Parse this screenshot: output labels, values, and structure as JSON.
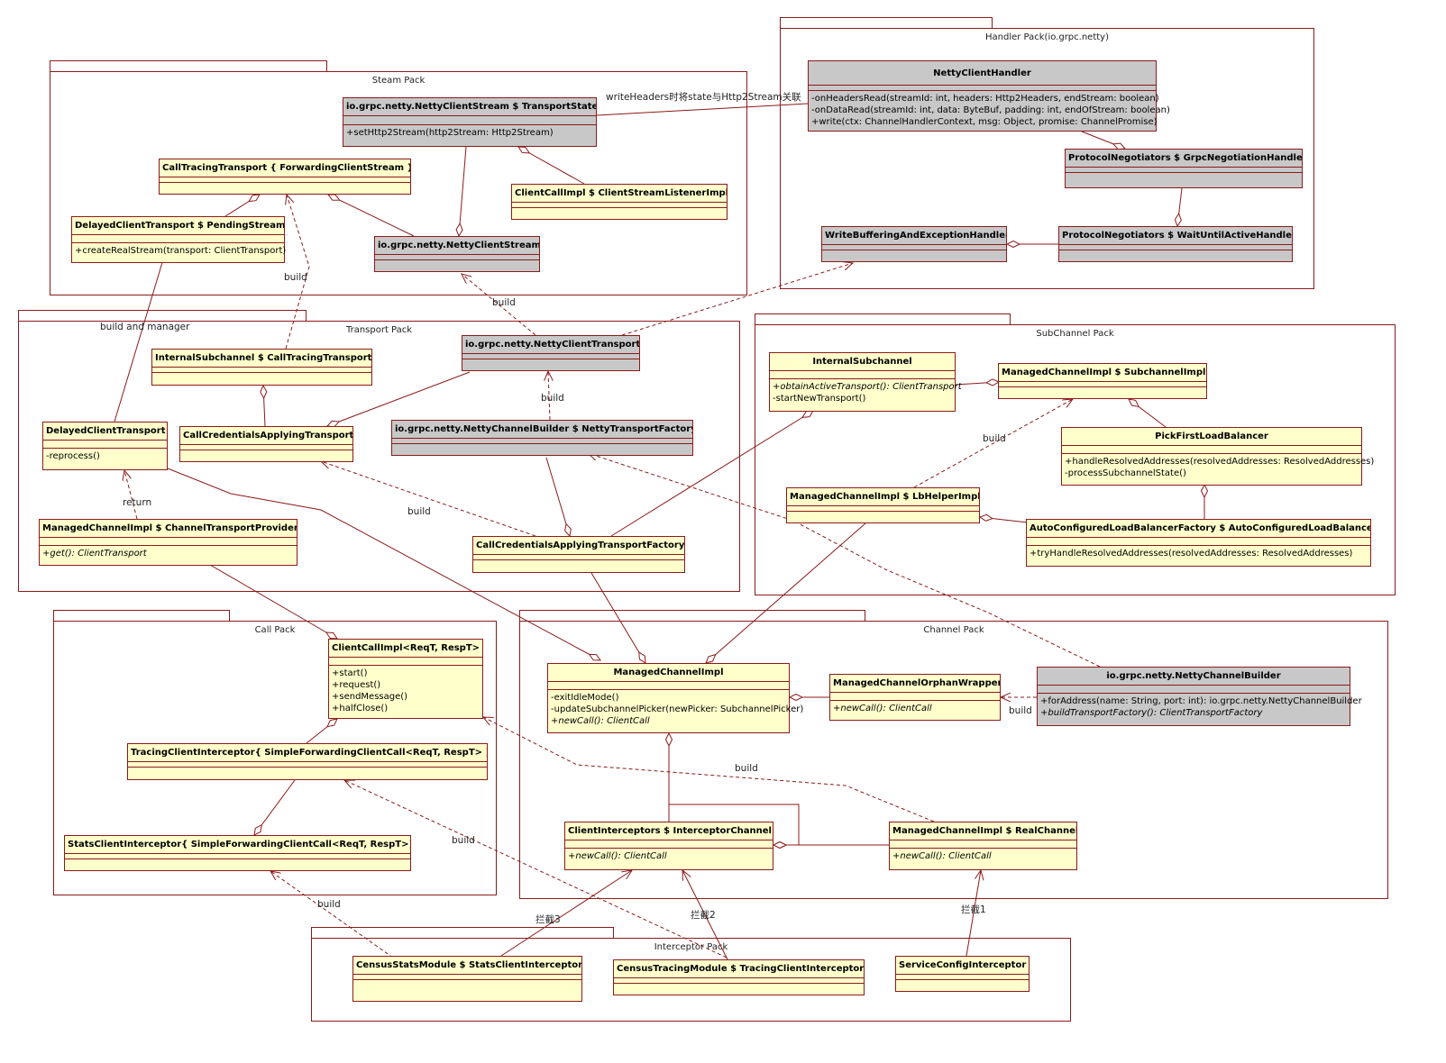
{
  "packages": {
    "handler": "Handler Pack(io.grpc.netty)",
    "steam": "Steam Pack",
    "transport": "Transport Pack",
    "subchannel": "SubChannel Pack",
    "call": "Call Pack",
    "channel": "Channel Pack",
    "interceptor": "Interceptor Pack"
  },
  "classes": {
    "netty_client_handler": {
      "name": "NettyClientHandler",
      "ops": [
        "-onHeadersRead(streamId: int, headers: Http2Headers, endStream: boolean)",
        "-onDataRead(streamId: int, data: ByteBuf, padding: int, endOfStream: boolean)",
        "+write(ctx: ChannelHandlerContext, msg: Object, promise: ChannelPromise)"
      ]
    },
    "grpc_negotiation_handler": {
      "name": "ProtocolNegotiators $ GrpcNegotiationHandler",
      "ops": []
    },
    "wait_until_active_handler": {
      "name": "ProtocolNegotiators $ WaitUntilActiveHandler",
      "ops": []
    },
    "write_buffering_handler": {
      "name": "WriteBufferingAndExceptionHandler",
      "ops": []
    },
    "transport_state": {
      "name": "io.grpc.netty.NettyClientStream $ TransportState",
      "ops": [
        "+setHttp2Stream(http2Stream: Http2Stream)"
      ]
    },
    "call_tracing_transport_fwd": {
      "name": "CallTracingTransport { ForwardingClientStream }",
      "ops": []
    },
    "client_stream_listener_impl": {
      "name": "ClientCallImpl $ ClientStreamListenerImpl",
      "ops": []
    },
    "pending_stream": {
      "name": "DelayedClientTransport $ PendingStream",
      "ops": [
        "+createRealStream(transport: ClientTransport)"
      ]
    },
    "netty_client_stream": {
      "name": "io.grpc.netty.NettyClientStream",
      "ops": []
    },
    "netty_client_transport": {
      "name": "io.grpc.netty.NettyClientTransport",
      "ops": []
    },
    "internal_subchannel_cct": {
      "name": "InternalSubchannel $ CallTracingTransport",
      "ops": []
    },
    "netty_transport_factory": {
      "name": "io.grpc.netty.NettyChannelBuilder $ NettyTransportFactory",
      "ops": []
    },
    "delayed_client_transport": {
      "name": "DelayedClientTransport",
      "ops": [
        "-reprocess()"
      ]
    },
    "call_credentials_applying_transport": {
      "name": "CallCredentialsApplyingTransport",
      "ops": []
    },
    "channel_transport_provider": {
      "name": "ManagedChannelImpl $ ChannelTransportProvider",
      "ops": [
        "+get(): ClientTransport"
      ]
    },
    "call_credentials_factory": {
      "name": "CallCredentialsApplyingTransportFactory",
      "ops": []
    },
    "internal_subchannel": {
      "name": "InternalSubchannel",
      "ops": [
        "+obtainActiveTransport(): ClientTransport",
        "-startNewTransport()"
      ]
    },
    "subchannel_impl": {
      "name": "ManagedChannelImpl $  SubchannelImpl",
      "ops": []
    },
    "pick_first_lb": {
      "name": "PickFirstLoadBalancer",
      "ops": [
        "+handleResolvedAddresses(resolvedAddresses: ResolvedAddresses)",
        "-processSubchannelState()"
      ]
    },
    "lb_helper_impl": {
      "name": "ManagedChannelImpl $ LbHelperImpl",
      "ops": []
    },
    "auto_configured_lb": {
      "name": "AutoConfiguredLoadBalancerFactory $ AutoConfiguredLoadBalancer",
      "ops": [
        "+tryHandleResolvedAddresses(resolvedAddresses: ResolvedAddresses)"
      ]
    },
    "client_call_impl": {
      "name": "ClientCallImpl<ReqT, RespT>",
      "ops": [
        "+start()",
        "+request()",
        "+sendMessage()",
        "+halfClose()"
      ]
    },
    "tracing_client_interceptor_fwd": {
      "name": "TracingClientInterceptor{ SimpleForwardingClientCall<ReqT, RespT> }",
      "ops": []
    },
    "stats_client_interceptor_fwd": {
      "name": "StatsClientInterceptor{ SimpleForwardingClientCall<ReqT, RespT>}",
      "ops": []
    },
    "managed_channel_impl": {
      "name": "ManagedChannelImpl",
      "ops": [
        "-exitIdleMode()",
        "-updateSubchannelPicker(newPicker: SubchannelPicker)",
        "+newCall(): ClientCall"
      ]
    },
    "orphan_wrapper": {
      "name": "ManagedChannelOrphanWrapper",
      "ops": [
        "+newCall(): ClientCall"
      ]
    },
    "netty_channel_builder": {
      "name": "io.grpc.netty.NettyChannelBuilder",
      "ops": [
        "+forAddress(name: String, port: int): io.grpc.netty.NettyChannelBuilder",
        "+buildTransportFactory(): ClientTransportFactory"
      ]
    },
    "interceptor_channel": {
      "name": "ClientInterceptors $ InterceptorChannel",
      "ops": [
        "+newCall(): ClientCall"
      ]
    },
    "real_channel": {
      "name": "ManagedChannelImpl $ RealChannel",
      "ops": [
        "+newCall(): ClientCall"
      ]
    },
    "census_stats_interceptor": {
      "name": "CensusStatsModule $ StatsClientInterceptor",
      "ops": []
    },
    "census_tracing_interceptor": {
      "name": "CensusTracingModule $ TracingClientInterceptor",
      "ops": []
    },
    "service_config_interceptor": {
      "name": "ServiceConfigInterceptor",
      "ops": []
    }
  },
  "edge_labels": {
    "write_headers": "writeHeaders时将state与Http2Stream关联",
    "build_1": "build",
    "build_and_manager": "build and manager",
    "build_2": "build",
    "build_3": "build",
    "build_4": "build",
    "build_5": "build",
    "return": "return",
    "build_6": "build",
    "build_7": "build",
    "build_8": "build",
    "build_9": "build",
    "intercept_3": "拦截3",
    "intercept_2": "拦截2",
    "intercept_1": "拦截1"
  },
  "colors": {
    "line": "#8b1a1a",
    "class_fill": "#ffffcc",
    "class_fill_external": "#c8c8c8"
  }
}
